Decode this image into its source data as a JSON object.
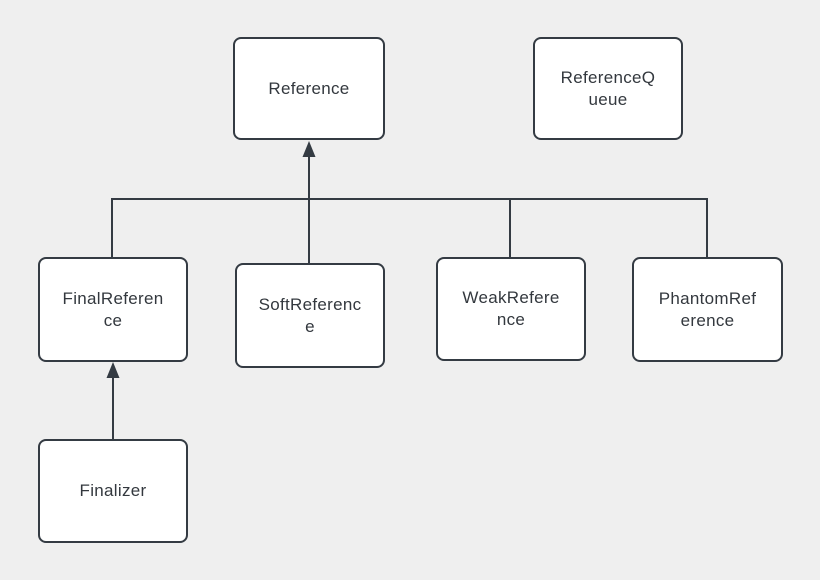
{
  "canvas": {
    "background_color": "#efefef",
    "node_fill_color": "#ffffff",
    "stroke_color": "#343b43",
    "text_color": "#33383e"
  },
  "diagram": {
    "nodes": [
      {
        "id": "reference",
        "label": "Reference"
      },
      {
        "id": "reference-queue",
        "label": "ReferenceQ\nueue"
      },
      {
        "id": "final-reference",
        "label": "FinalReferen\nce"
      },
      {
        "id": "soft-reference",
        "label": "SoftReferenc\ne"
      },
      {
        "id": "weak-reference",
        "label": "WeakRefere\nnce"
      },
      {
        "id": "phantom-reference",
        "label": "PhantomRef\nerence"
      },
      {
        "id": "finalizer",
        "label": "Finalizer"
      }
    ],
    "edges": [
      {
        "from": "FinalReference",
        "to": "Reference",
        "style": "tree-branch"
      },
      {
        "from": "SoftReference",
        "to": "Reference",
        "style": "arrow"
      },
      {
        "from": "WeakReference",
        "to": "Reference",
        "style": "tree-branch"
      },
      {
        "from": "PhantomReference",
        "to": "Reference",
        "style": "tree-branch"
      },
      {
        "from": "Finalizer",
        "to": "FinalReference",
        "style": "arrow"
      }
    ]
  }
}
